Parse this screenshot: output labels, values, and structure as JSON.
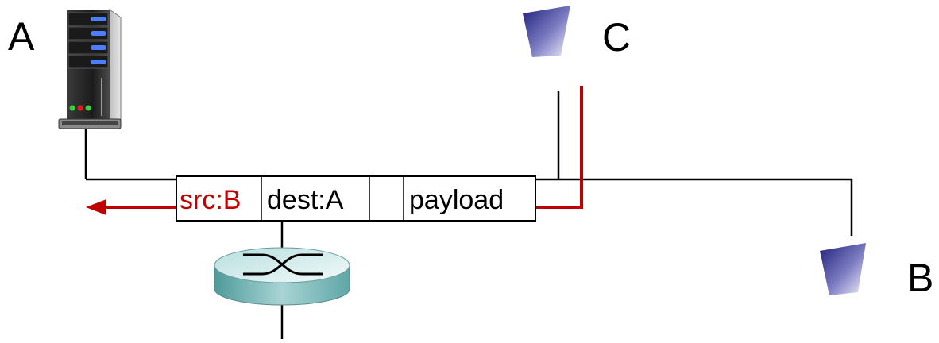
{
  "hosts": {
    "a_label": "A",
    "b_label": "B",
    "c_label": "C"
  },
  "frame": {
    "src": "src:B",
    "dest": "dest:A",
    "blank": "",
    "payload": "payload"
  },
  "colors": {
    "wire": "#000000",
    "spoof_path": "#c00000",
    "router_body": "#6fb1b1",
    "router_top": "#d9eeee",
    "host_blue_dark": "#2e2e8f",
    "host_blue_light": "#e8e8f6",
    "server_dark": "#2b2b2b",
    "led_green": "#3ad13a",
    "led_red": "#e02020",
    "led_blue": "#4f7dff"
  },
  "icons": {
    "server": "server-icon",
    "router": "router-icon",
    "host_b": "host-icon",
    "host_c": "host-icon"
  }
}
